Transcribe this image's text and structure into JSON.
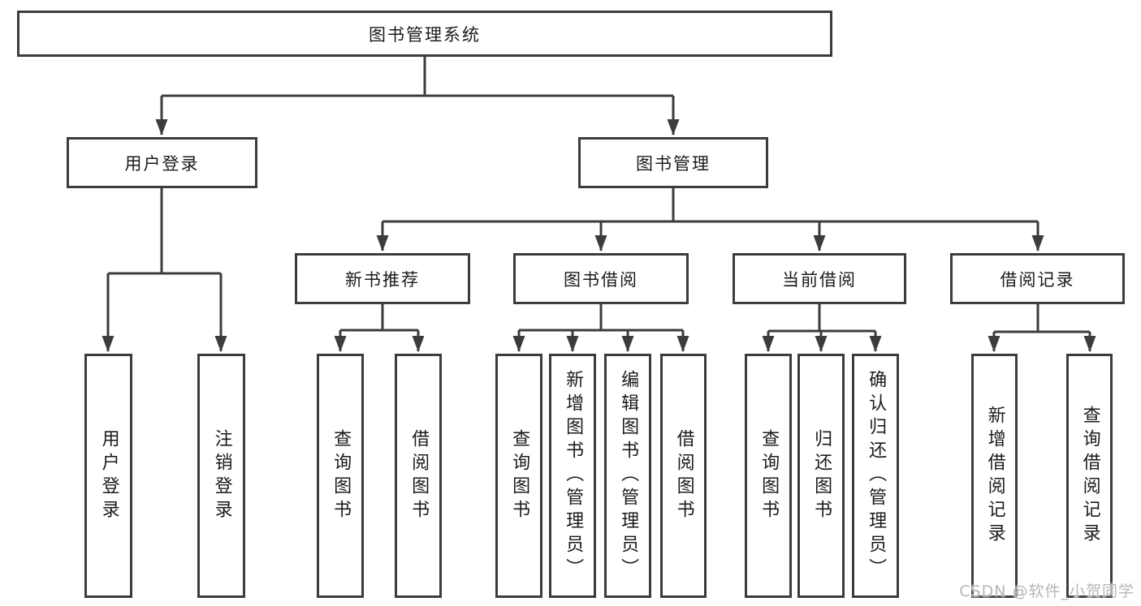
{
  "diagram": {
    "root": {
      "label": "图书管理系统"
    },
    "level2": {
      "user_login": {
        "label": "用户登录"
      },
      "book_mgmt": {
        "label": "图书管理"
      }
    },
    "level3": {
      "new_books": {
        "label": "新书推荐"
      },
      "book_borrow": {
        "label": "图书借阅"
      },
      "current_borrow": {
        "label": "当前借阅"
      },
      "borrow_records": {
        "label": "借阅记录"
      }
    },
    "leaves": {
      "user_login_1": {
        "label": "用户登录"
      },
      "user_login_2": {
        "label": "注销登录"
      },
      "new_books_1": {
        "label": "查询图书"
      },
      "new_books_2": {
        "label": "借阅图书"
      },
      "book_borrow_1": {
        "label": "查询图书"
      },
      "book_borrow_2": {
        "label": "新增图书（管理员）"
      },
      "book_borrow_3": {
        "label": "编辑图书（管理员）"
      },
      "book_borrow_4": {
        "label": "借阅图书"
      },
      "current_borrow_1": {
        "label": "查询图书"
      },
      "current_borrow_2": {
        "label": "归还图书"
      },
      "current_borrow_3": {
        "label": "确认归还（管理员）"
      },
      "borrow_records_1": {
        "label": "新增借阅记录"
      },
      "borrow_records_2": {
        "label": "查询借阅记录"
      }
    },
    "watermark": "CSDN @软件_小贺同学",
    "colors": {
      "line": "#3c3c3c",
      "text": "#1b1b1b",
      "watermark": "#b6b6b6",
      "background": "#ffffff"
    }
  }
}
